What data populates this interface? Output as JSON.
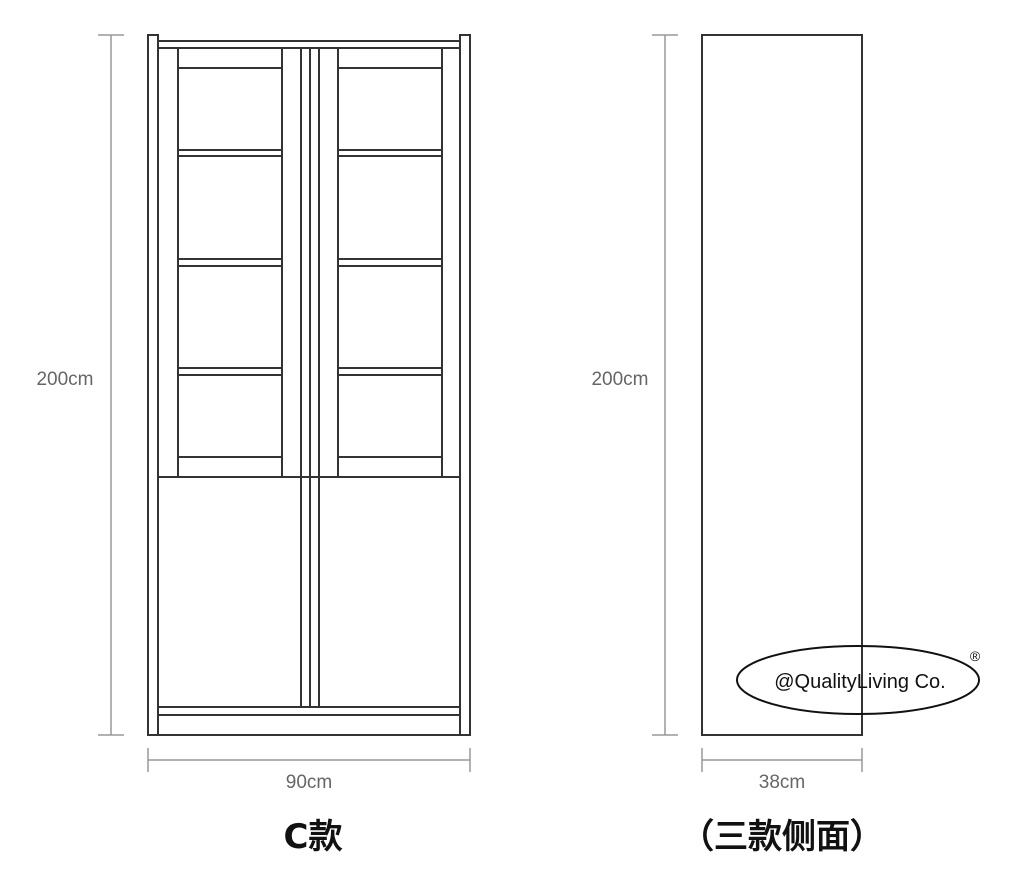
{
  "front_view": {
    "height_label": "200cm",
    "width_label": "90cm",
    "caption": "C款"
  },
  "side_view": {
    "height_label": "200cm",
    "depth_label": "38cm",
    "caption": "（三款侧面）"
  },
  "watermark": {
    "text": "@QualityLiving Co.",
    "mark": "®"
  },
  "colors": {
    "line": "#333333",
    "dim_line": "#999999",
    "dim_text": "#666666"
  }
}
